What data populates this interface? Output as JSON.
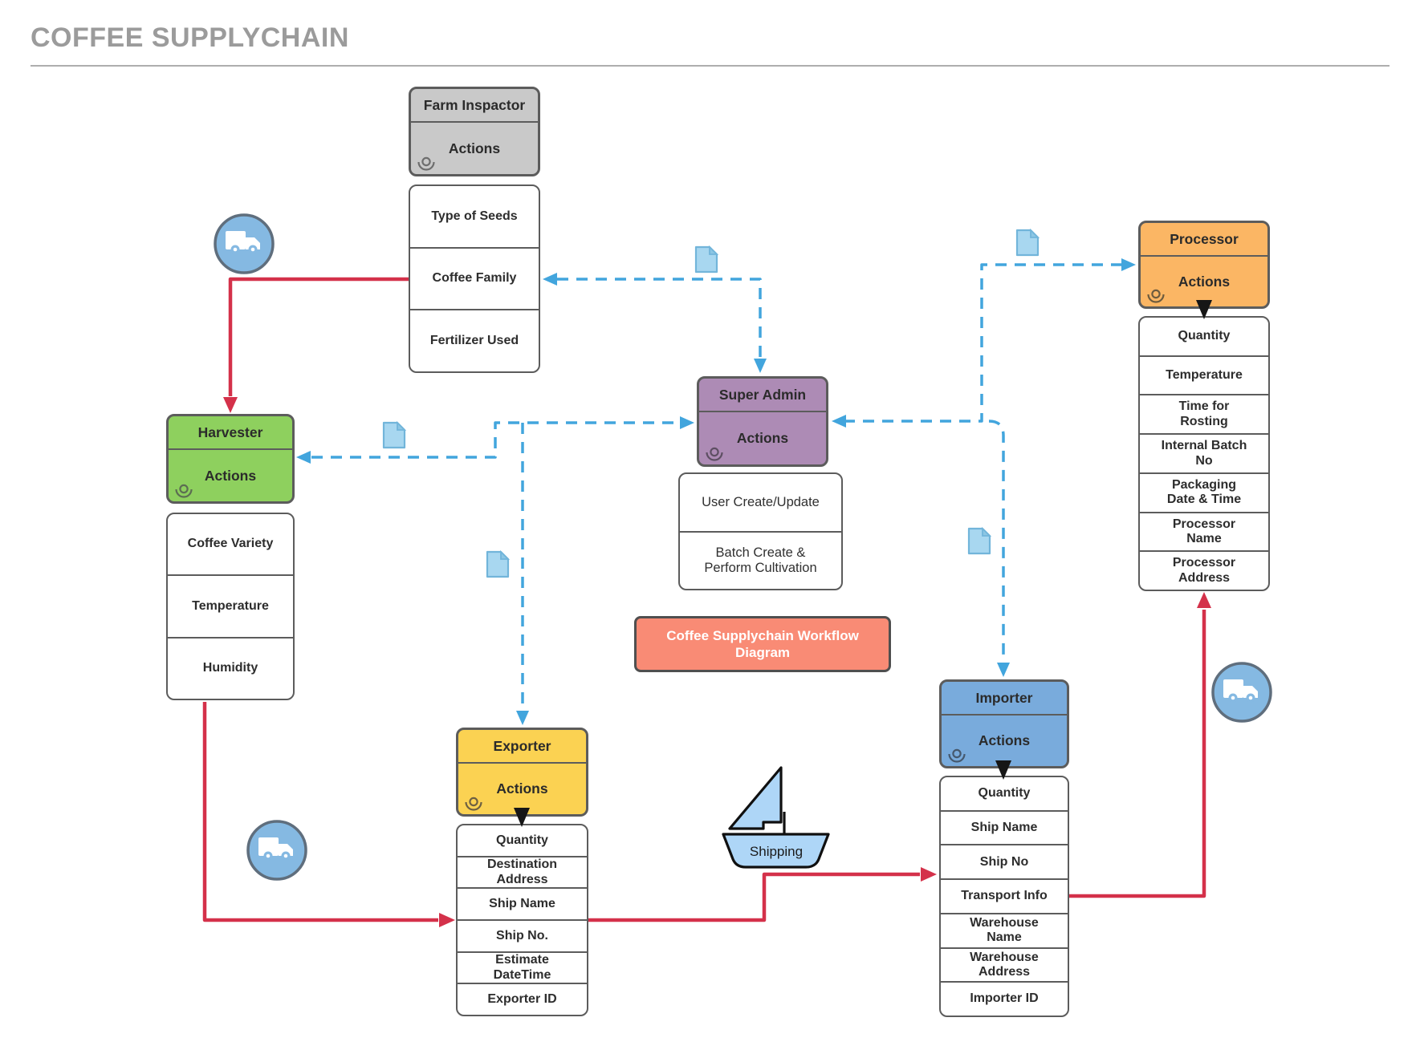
{
  "page": {
    "title": "COFFEE SUPPLYCHAIN"
  },
  "workflow_label": "Coffee Supplychain Workflow Diagram",
  "shipping_label": "Shipping",
  "entities": {
    "farm_inspector": {
      "title": "Farm Inspactor",
      "actions": "Actions",
      "fields": [
        "Type of Seeds",
        "Coffee Family",
        "Fertilizer Used"
      ]
    },
    "harvester": {
      "title": "Harvester",
      "actions": "Actions",
      "fields": [
        "Coffee Variety",
        "Temperature",
        "Humidity"
      ]
    },
    "super_admin": {
      "title": "Super Admin",
      "actions": "Actions",
      "fields": [
        "User Create/Update",
        "Batch Create & Perform Cultivation"
      ]
    },
    "exporter": {
      "title": "Exporter",
      "actions": "Actions",
      "fields": [
        "Quantity",
        "Destination Address",
        "Ship Name",
        "Ship No.",
        "Estimate DateTime",
        "Exporter ID"
      ]
    },
    "importer": {
      "title": "Importer",
      "actions": "Actions",
      "fields": [
        "Quantity",
        "Ship Name",
        "Ship No",
        "Transport Info",
        "Warehouse Name",
        "Warehouse Address",
        "Importer ID"
      ]
    },
    "processor": {
      "title": "Processor",
      "actions": "Actions",
      "fields": [
        "Quantity",
        "Temperature",
        "Time for Rosting",
        "Internal Batch No",
        "Packaging Date & Time",
        "Processor Name",
        "Processor Address"
      ]
    }
  },
  "icons": {
    "truck": "delivery-truck-icon",
    "document": "document-icon",
    "ship": "shipping-boat-icon",
    "eye": "action-eye-icon"
  },
  "colors": {
    "c-farm": "#c9c9c9",
    "c-harvester": "#8ed05e",
    "c-superadmin": "#ad8bb5",
    "c-exporter": "#fbd252",
    "c-importer": "#79abdc",
    "c-processor": "#fbb664",
    "c-redbox": "#f98b75",
    "c-red-line": "#d4314a",
    "c-blue-dash": "#42a5dd",
    "c-doc": "#a8d7f0",
    "c-truck": "#85b9e2",
    "c-ship": "#aed6f7",
    "c-border": "#5c5c5c",
    "c-title": "#9b9b9b"
  }
}
